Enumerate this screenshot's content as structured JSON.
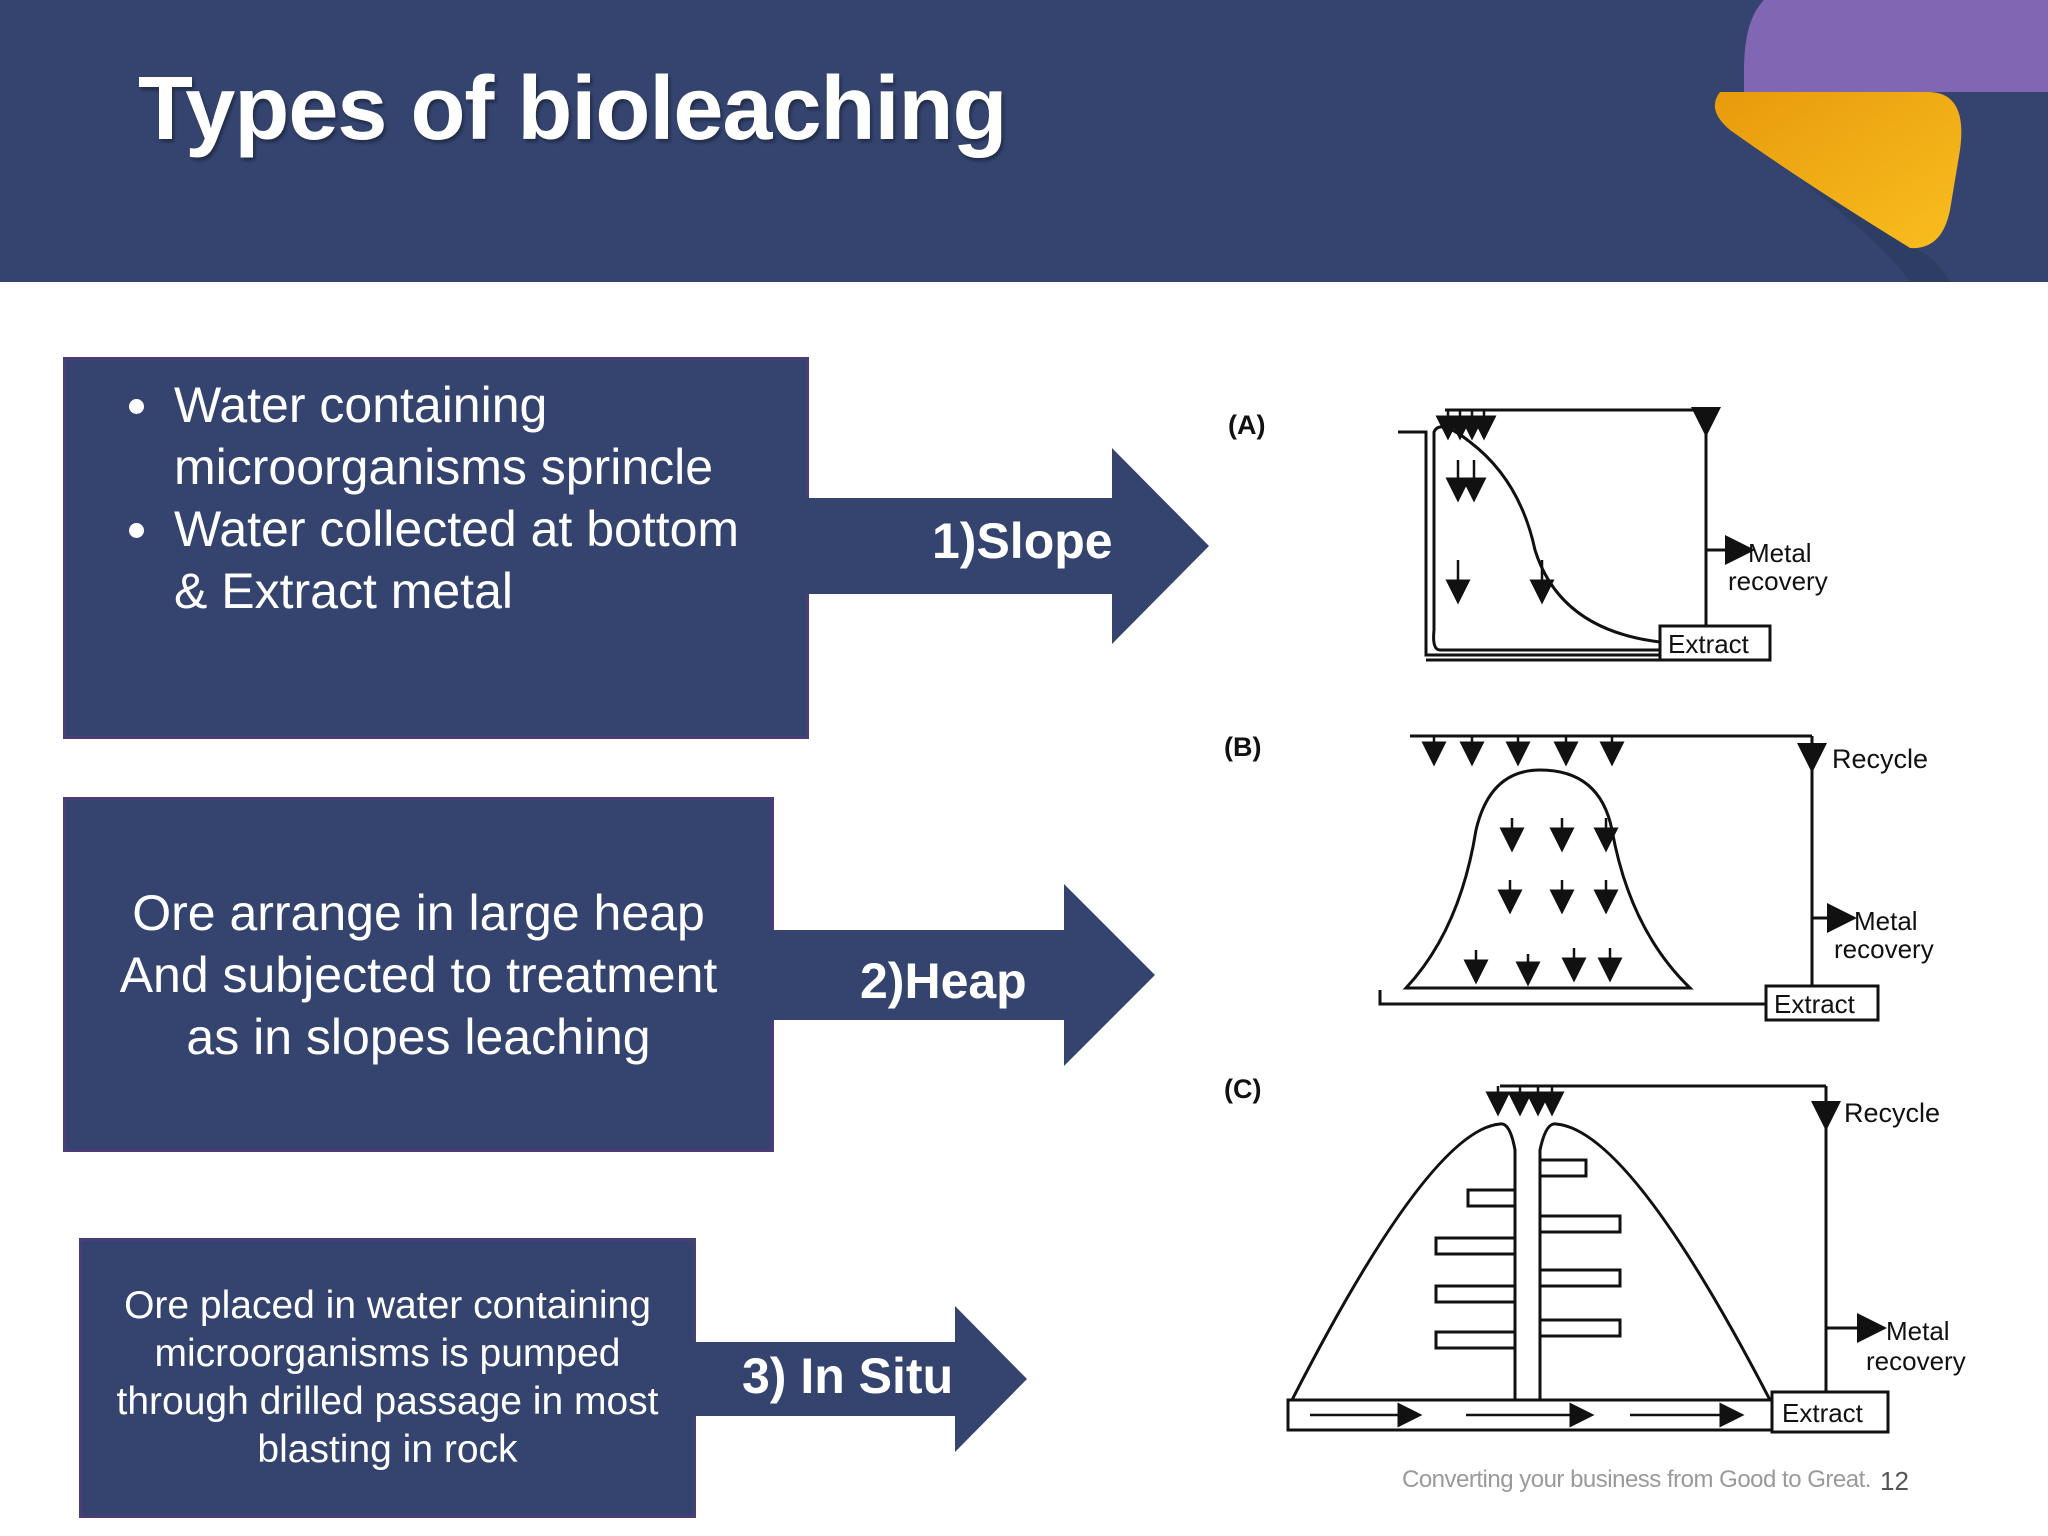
{
  "slide": {
    "title": "Types of bioleaching",
    "footer": "Converting your business from Good to Great.",
    "page_number": "12"
  },
  "types": [
    {
      "label": "1)Slope",
      "bullets": [
        "Water containing microorganisms sprincle",
        "Water collected at bottom & Extract metal"
      ]
    },
    {
      "label": "2)Heap",
      "description": "Ore arrange in large heap\nAnd subjected to treatment\nas in slopes leaching"
    },
    {
      "label": "3) In Situ",
      "description": "Ore placed in water containing\nmicroorganisms is pumped\nthrough drilled passage in most\nblasting in rock"
    }
  ],
  "diagram": {
    "a": {
      "tag": "(A)",
      "metal": "Metal",
      "recovery": "recovery",
      "extract": "Extract"
    },
    "b": {
      "tag": "(B)",
      "recycle": "Recycle",
      "metal": "Metal",
      "recovery": "recovery",
      "extract": "Extract"
    },
    "c": {
      "tag": "(C)",
      "recycle": "Recycle",
      "metal": "Metal",
      "recovery": "recovery",
      "extract": "Extract"
    }
  },
  "colors": {
    "navy": "#34446f",
    "box_border": "#4a3d78",
    "ribbon_purple": "#8066b3",
    "ribbon_yellow": "#f7b318"
  }
}
